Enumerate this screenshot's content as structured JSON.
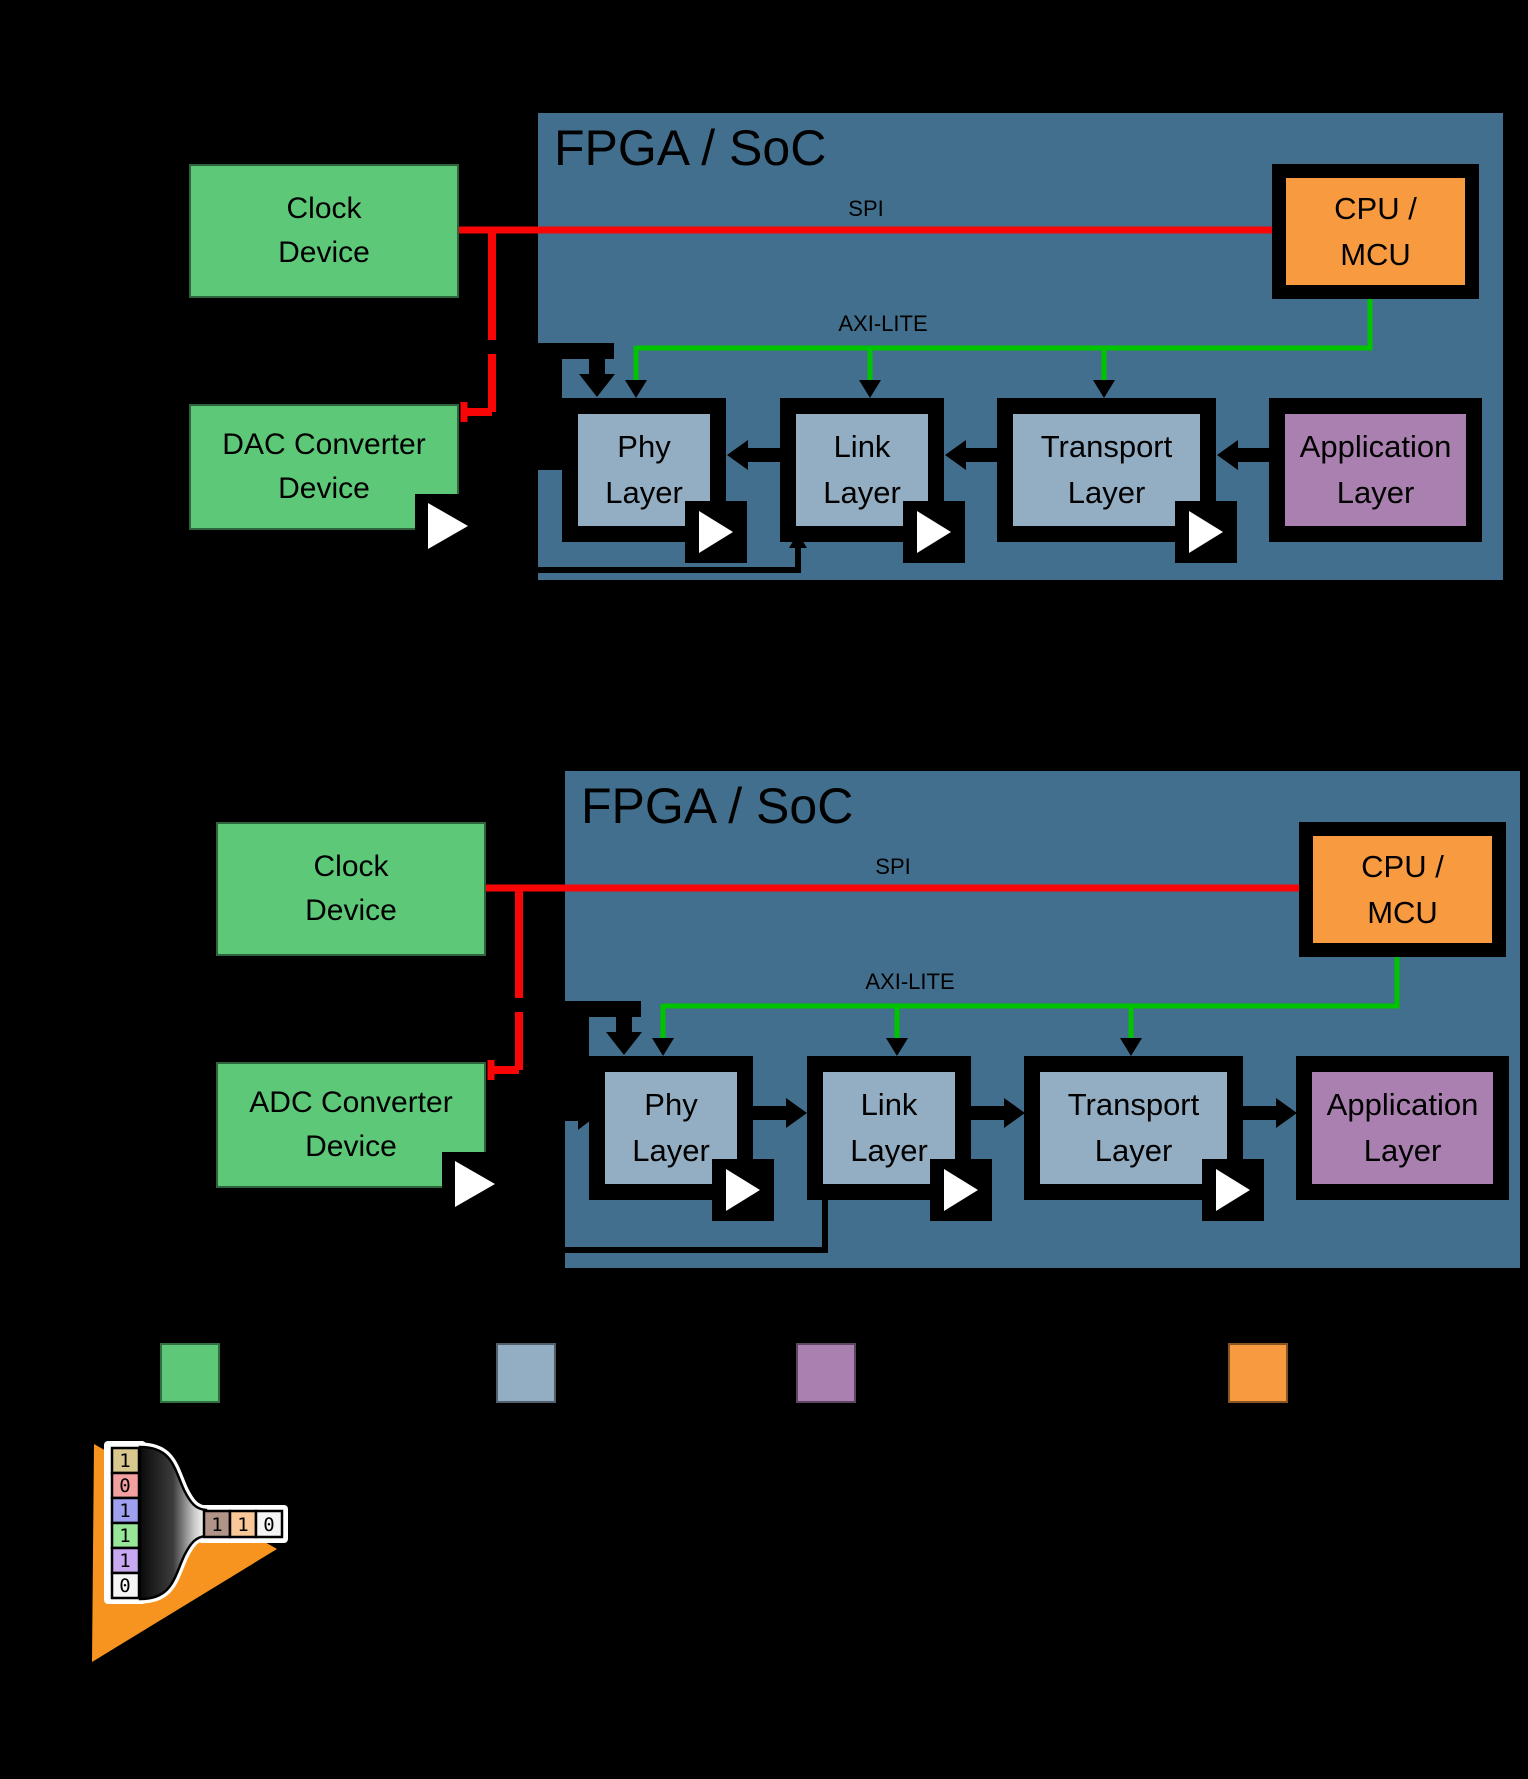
{
  "palette": {
    "background": "#000000",
    "fpga_fill": "#426f8d",
    "device_green": "#5dc878",
    "layer_blue": "#93aec3",
    "application_purple": "#a980af",
    "cpu_orange": "#f79a40",
    "spi_red": "#fa0505",
    "axi_green": "#00c400",
    "wire_black": "#000000",
    "clock_triangle": "#ffffff"
  },
  "labels": {
    "fpga_title": "FPGA / SoC",
    "spi": "SPI",
    "axi_lite": "AXI-LITE",
    "clock_line1": "Clock",
    "clock_line2": "Device",
    "device_line2": "Device",
    "cpu_line1": "CPU /",
    "cpu_line2": "MCU",
    "phy_line1": "Phy",
    "phy_line2": "Layer",
    "link_line1": "Link",
    "link_line2": "Layer",
    "transport_line1": "Transport",
    "transport_line2": "Layer",
    "app_line1": "Application",
    "app_line2": "Layer"
  },
  "diagram_tx": {
    "converter_line1": "DAC Converter"
  },
  "diagram_rx": {
    "converter_line1": "ADC Converter"
  },
  "legend": {
    "swatches": [
      "#5dc878",
      "#93aec3",
      "#a980af",
      "#f79a40"
    ]
  },
  "serializer": {
    "column_bits": [
      "1",
      "0",
      "1",
      "1",
      "1",
      "0"
    ],
    "column_cell_colors": [
      "#d9c98f",
      "#f2a0a0",
      "#a0a0f0",
      "#98e698",
      "#c8a8f0",
      "#f5f5f5"
    ],
    "row_bits": [
      "1",
      "1",
      "0"
    ],
    "row_cell_colors": [
      "#b09488",
      "#f8c898",
      "#f5f5f5"
    ]
  }
}
